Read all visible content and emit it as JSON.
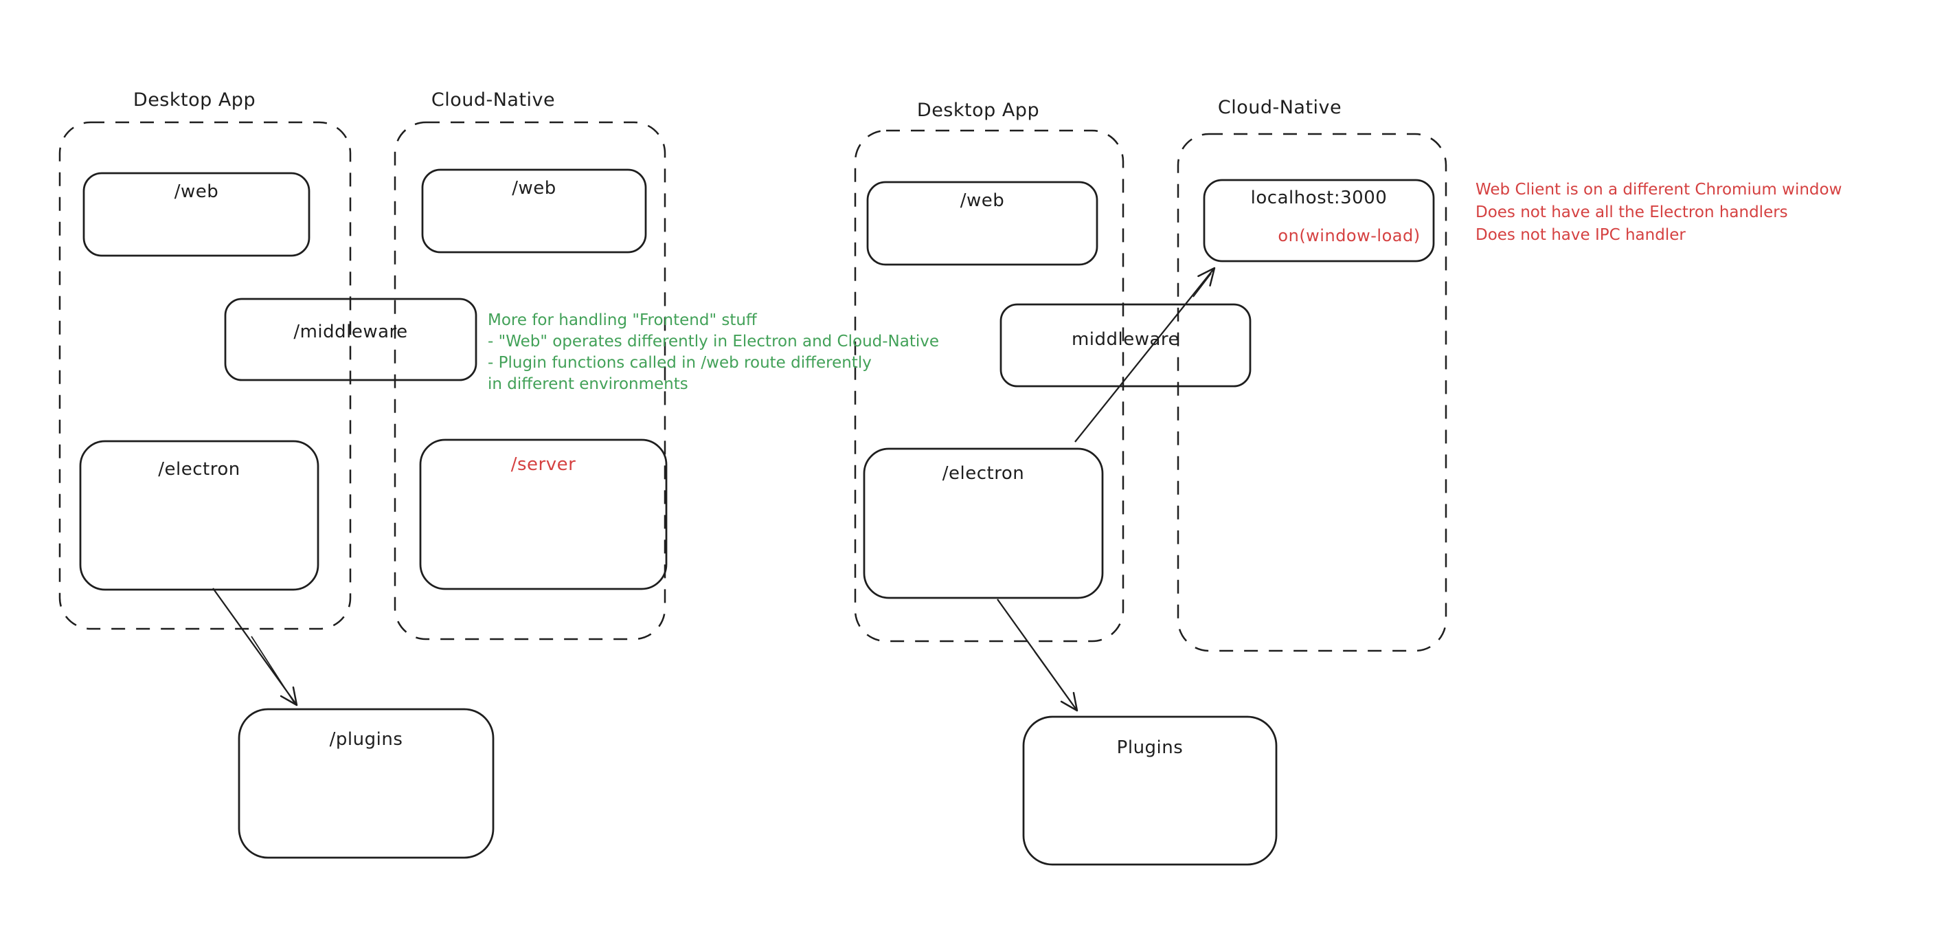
{
  "colors": {
    "stroke": "#1e1e1e",
    "green": "#42a158",
    "red": "#d54141",
    "background": "#ffffff"
  },
  "left_diagram": {
    "desktop_container": {
      "title": "Desktop App",
      "web_label": "/web",
      "electron_label": "/electron"
    },
    "cloud_container": {
      "title": "Cloud-Native",
      "web_label": "/web",
      "server_label": "/server"
    },
    "middleware_label": "/middleware",
    "plugins_label": "/plugins",
    "green_note": {
      "lines": [
        "More for handling \"Frontend\" stuff",
        "- \"Web\" operates differently in Electron and Cloud-Native",
        "- Plugin functions called in /web route differently",
        "in different environments"
      ]
    }
  },
  "right_diagram": {
    "desktop_container": {
      "title": "Desktop App",
      "web_label": "/web",
      "electron_label": "/electron"
    },
    "cloud_container": {
      "title": "Cloud-Native",
      "localhost_label": "localhost:3000",
      "window_load_label": "on(window-load)"
    },
    "middleware_label": "middleware",
    "plugins_label": "Plugins",
    "red_note": {
      "lines": [
        "Web Client is on a different Chromium window",
        "Does not have all the Electron handlers",
        "Does not have IPC handler"
      ]
    }
  }
}
